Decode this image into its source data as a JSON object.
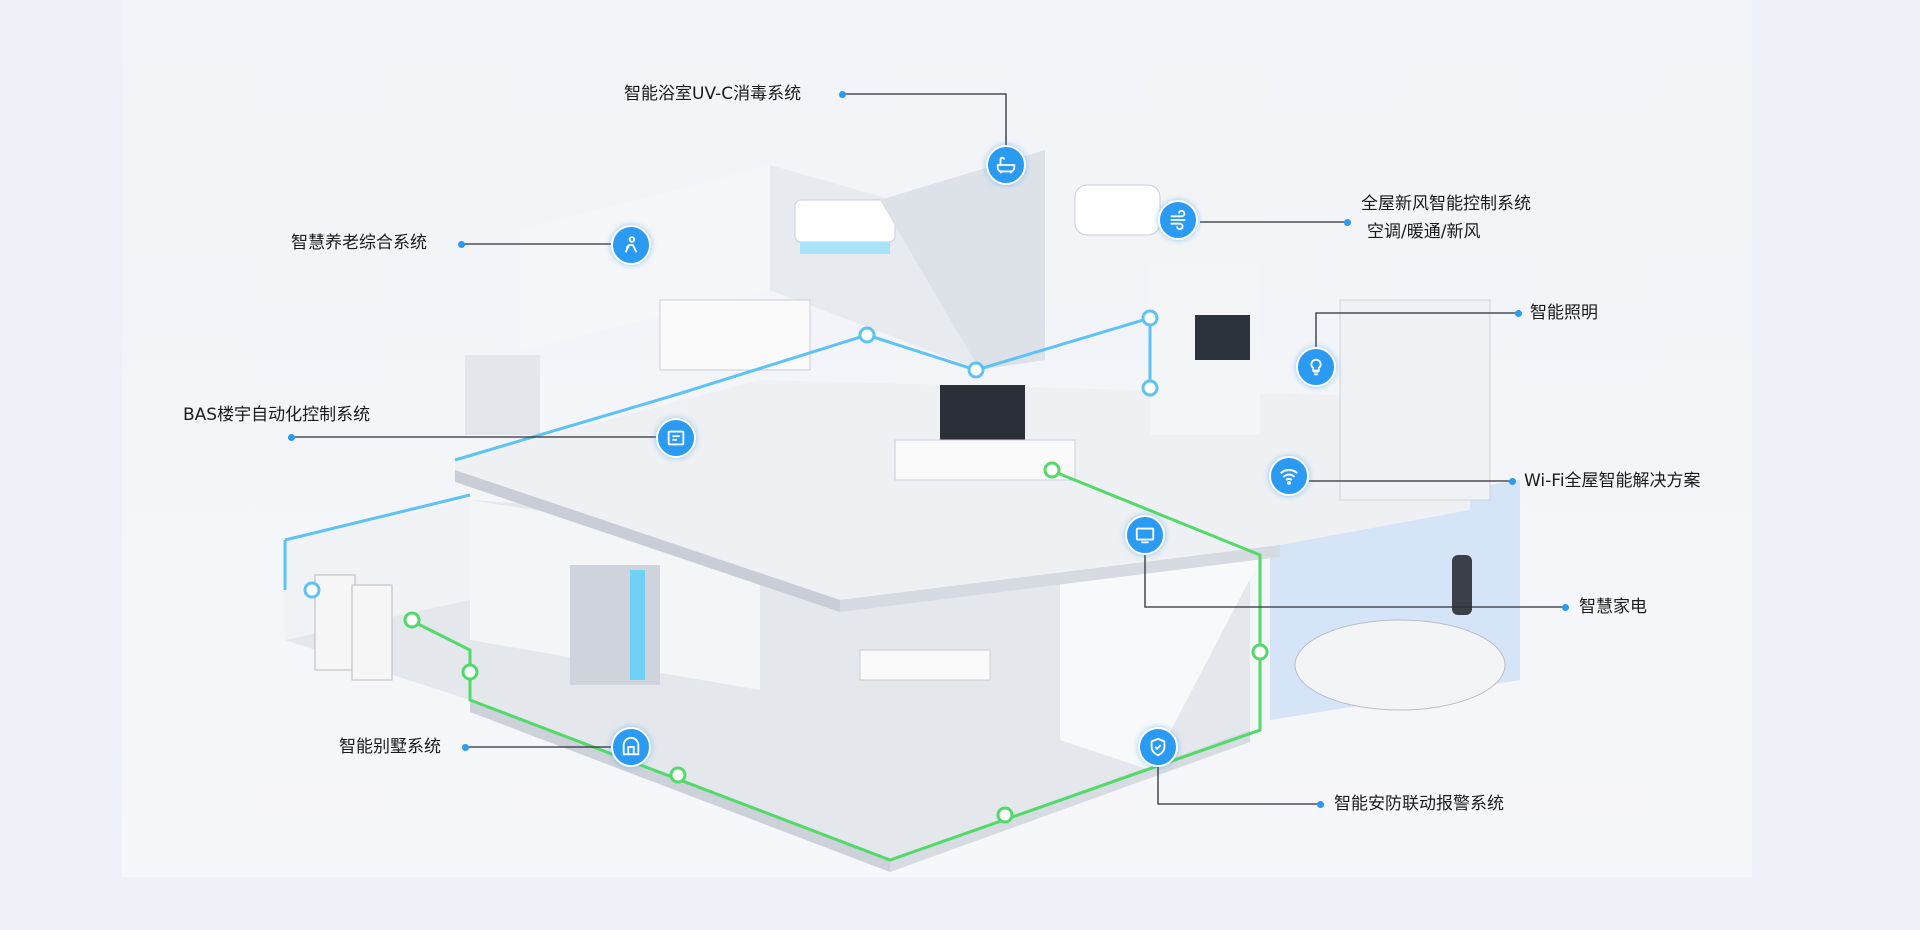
{
  "labels": {
    "bathroom": "智能浴室UV-C消毒系统",
    "fresh_air": "全屋新风智能控制系统",
    "fresh_air_sub": "空调/暖通/新风",
    "elderly": "智慧养老综合系统",
    "lighting": "智能照明",
    "bas": "BAS楼宇自动化控制系统",
    "wifi": "Wi-Fi全屋智能解决方案",
    "appliance": "智慧家电",
    "villa": "智能别墅系统",
    "security": "智能安防联动报警系统"
  },
  "colors": {
    "accent": "#2b9af3",
    "upper_network": "#5ec2f5",
    "lower_network": "#52d96a"
  }
}
